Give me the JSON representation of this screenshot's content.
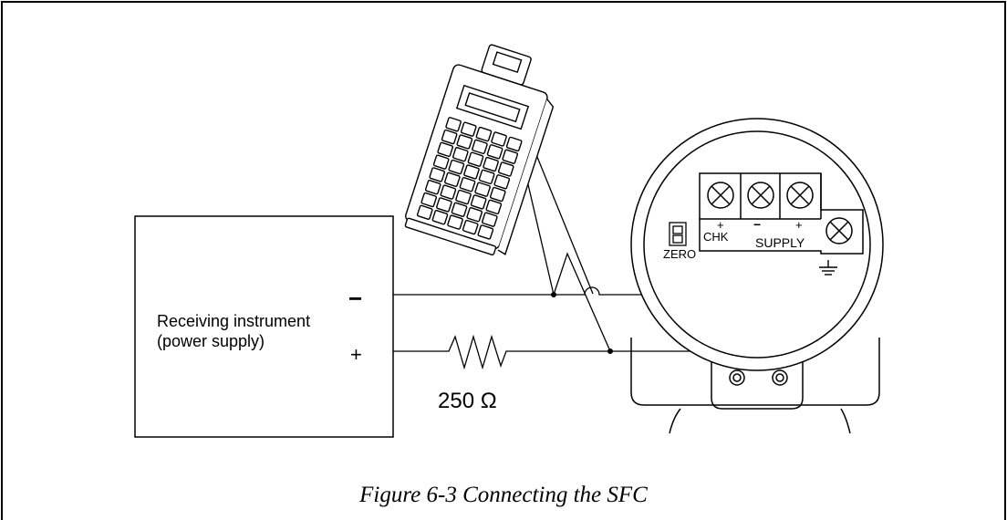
{
  "receiver": {
    "label_line1": "Receiving instrument",
    "label_line2": "(power supply)",
    "minus": "−",
    "plus": "+"
  },
  "resistor": {
    "label": "250 Ω"
  },
  "transmitter": {
    "zero": "ZERO",
    "chk_sign": "+",
    "chk_label": "CHK",
    "supply_minus": "−",
    "supply_plus": "+",
    "supply_label": "SUPPLY"
  },
  "caption": "Figure 6-3  Connecting the SFC"
}
